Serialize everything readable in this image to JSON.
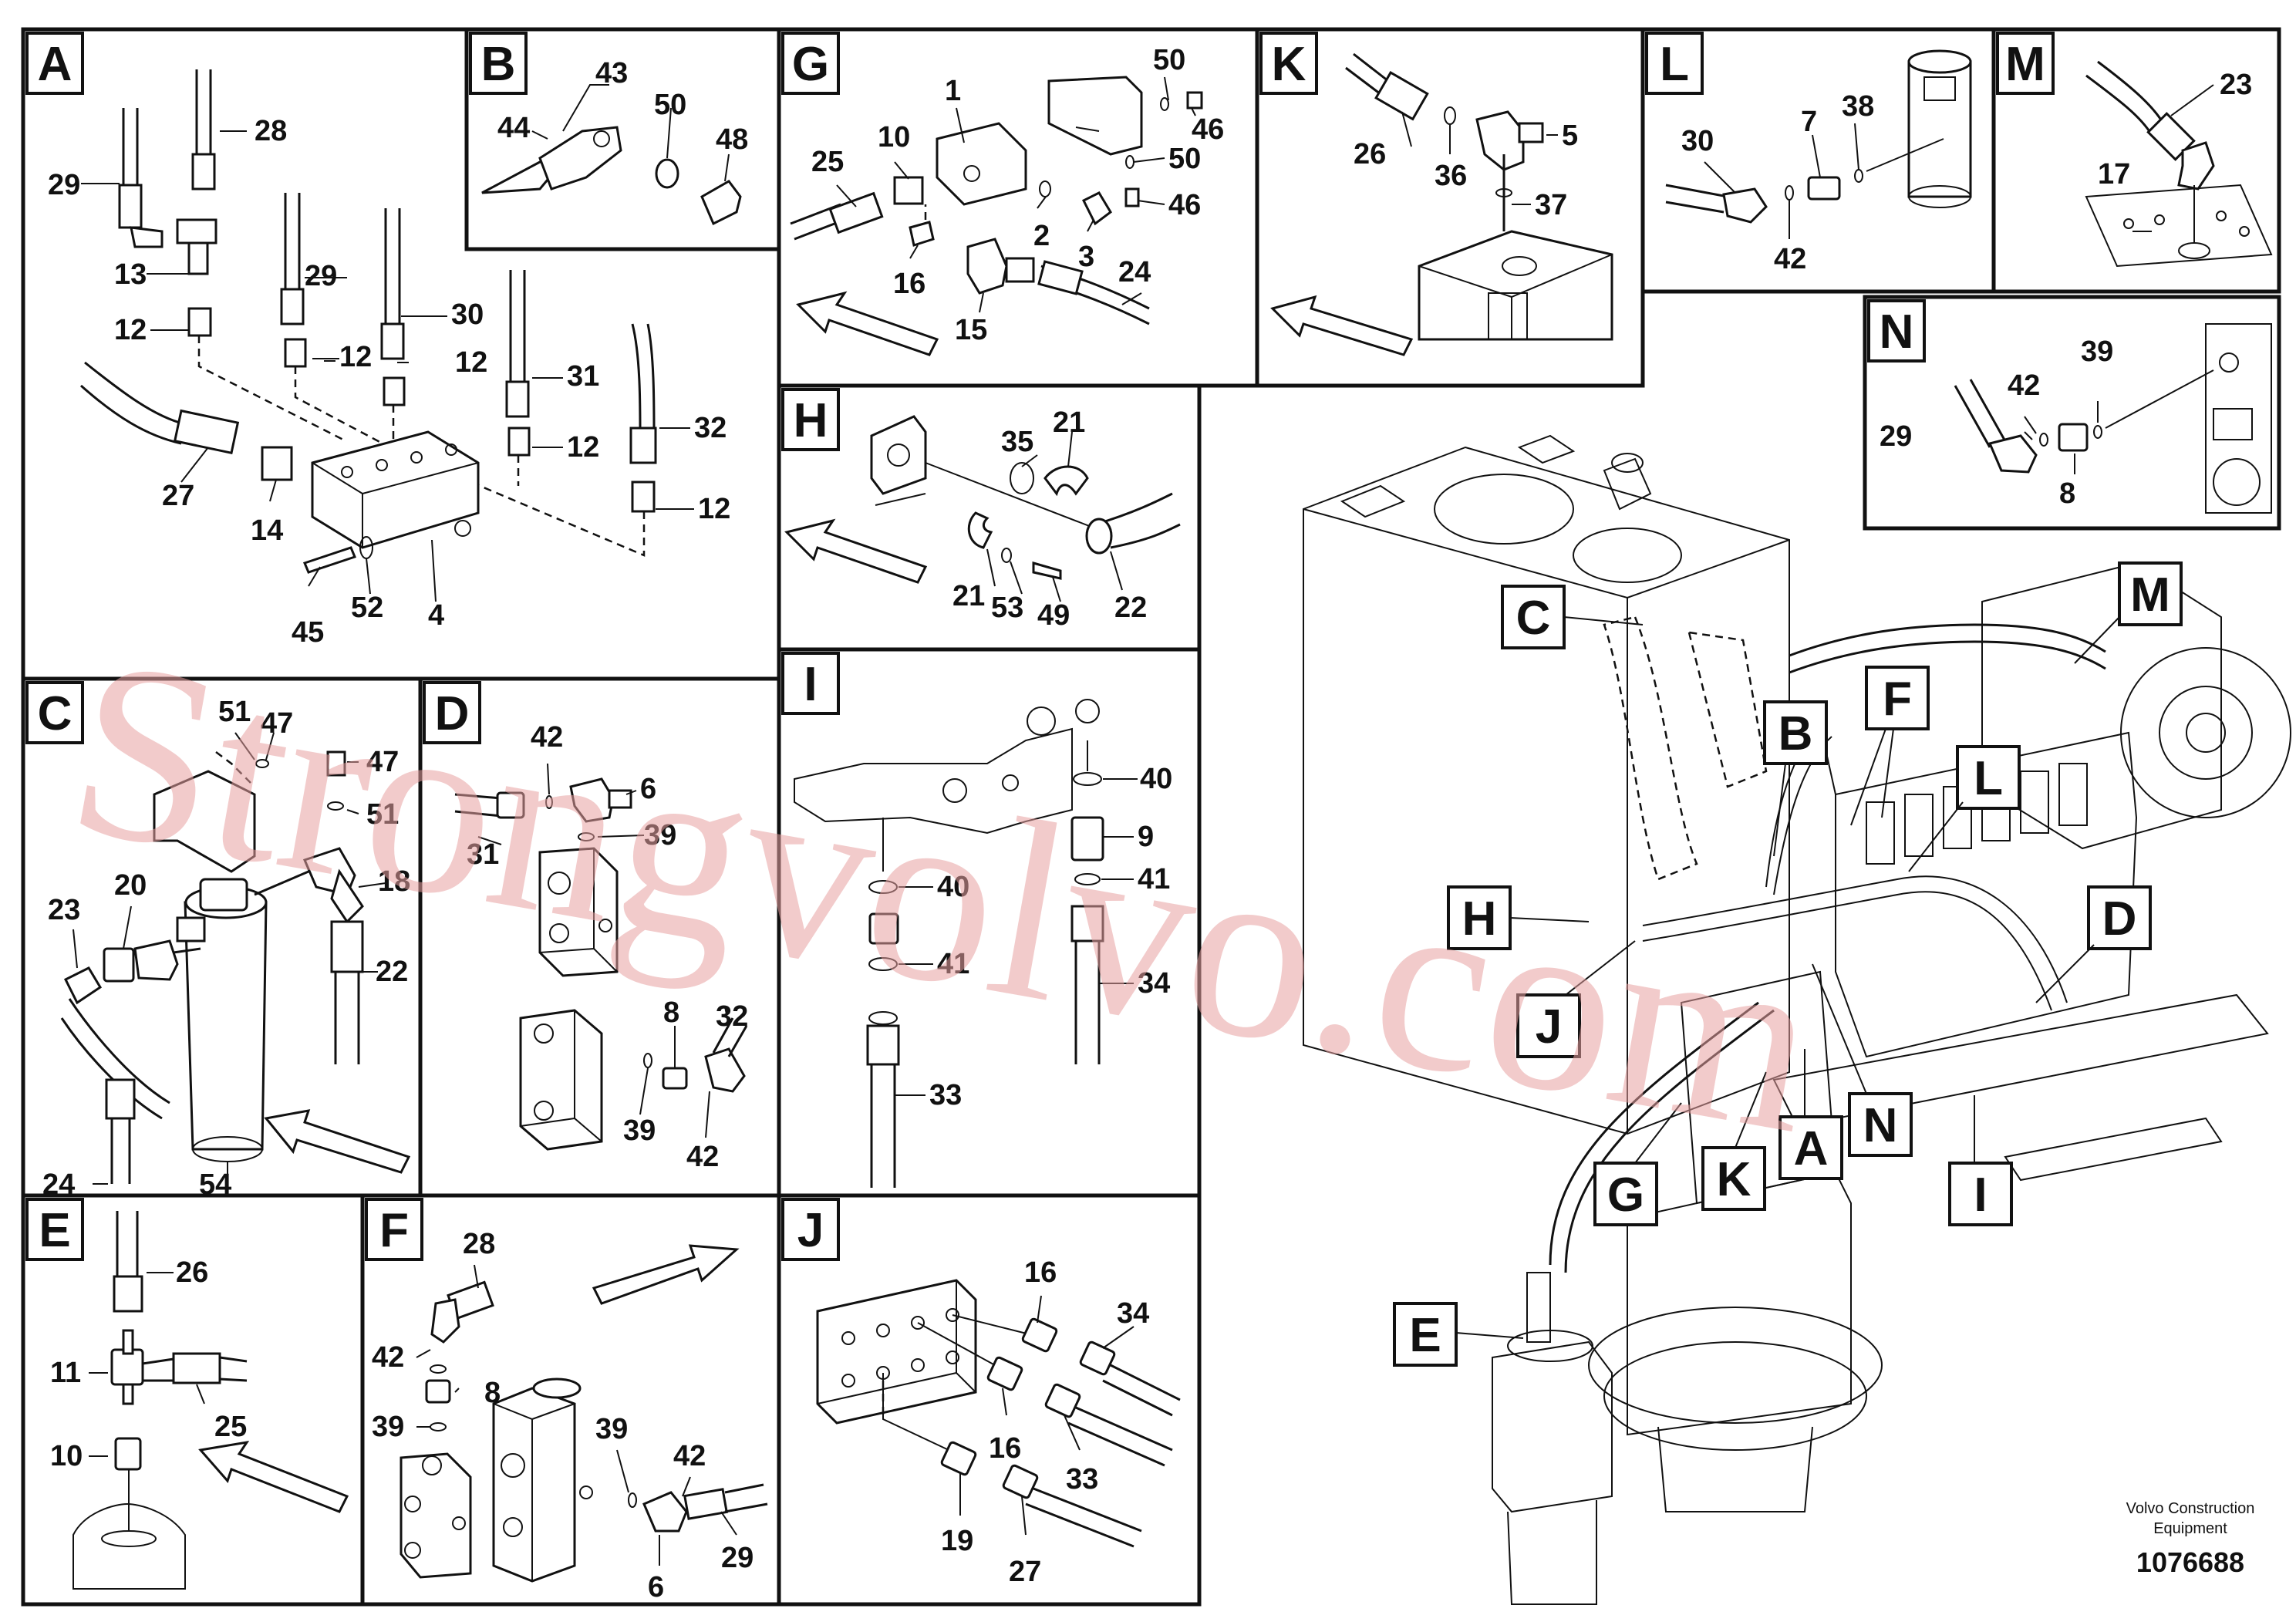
{
  "panels": {
    "A": {
      "letter": "A",
      "callouts": [
        "29",
        "28",
        "13",
        "12",
        "29",
        "12",
        "30",
        "12",
        "31",
        "12",
        "32",
        "12",
        "27",
        "14",
        "45",
        "52",
        "4"
      ]
    },
    "B": {
      "letter": "B",
      "callouts": [
        "43",
        "44",
        "50",
        "48"
      ]
    },
    "G": {
      "letter": "G",
      "callouts": [
        "1",
        "50",
        "46",
        "10",
        "25",
        "50",
        "46",
        "2",
        "3",
        "16",
        "15",
        "24"
      ]
    },
    "K": {
      "letter": "K",
      "callouts": [
        "26",
        "36",
        "5",
        "37"
      ]
    },
    "L": {
      "letter": "L",
      "callouts": [
        "30",
        "7",
        "38",
        "42"
      ]
    },
    "M": {
      "letter": "M",
      "callouts": [
        "23",
        "17"
      ]
    },
    "N": {
      "letter": "N",
      "callouts": [
        "39",
        "42",
        "29",
        "8"
      ]
    },
    "H": {
      "letter": "H",
      "callouts": [
        "21",
        "35",
        "21",
        "53",
        "49",
        "22"
      ]
    },
    "C": {
      "letter": "C",
      "callouts": [
        "51",
        "47",
        "47",
        "51",
        "18",
        "20",
        "23",
        "22",
        "24",
        "54"
      ]
    },
    "D": {
      "letter": "D",
      "callouts": [
        "42",
        "6",
        "31",
        "39",
        "8",
        "32",
        "39",
        "42"
      ]
    },
    "I": {
      "letter": "I",
      "callouts": [
        "40",
        "9",
        "40",
        "41",
        "41",
        "34",
        "33"
      ]
    },
    "E": {
      "letter": "E",
      "callouts": [
        "26",
        "11",
        "25",
        "10"
      ]
    },
    "F": {
      "letter": "F",
      "callouts": [
        "28",
        "42",
        "8",
        "39",
        "39",
        "42",
        "6",
        "29"
      ]
    },
    "J": {
      "letter": "J",
      "callouts": [
        "16",
        "34",
        "16",
        "33",
        "19",
        "27"
      ]
    }
  },
  "overview_labels": [
    "C",
    "M",
    "B",
    "F",
    "L",
    "H",
    "D",
    "J",
    "N",
    "I",
    "G",
    "K",
    "A",
    "E"
  ],
  "brand": {
    "line1": "Volvo Construction",
    "line2": "Equipment"
  },
  "doc_number": "1076688",
  "watermark": "Strongvolvo.com",
  "colors": {
    "lines": "#111111",
    "watermark": "#e8a0a0",
    "background": "#ffffff"
  }
}
